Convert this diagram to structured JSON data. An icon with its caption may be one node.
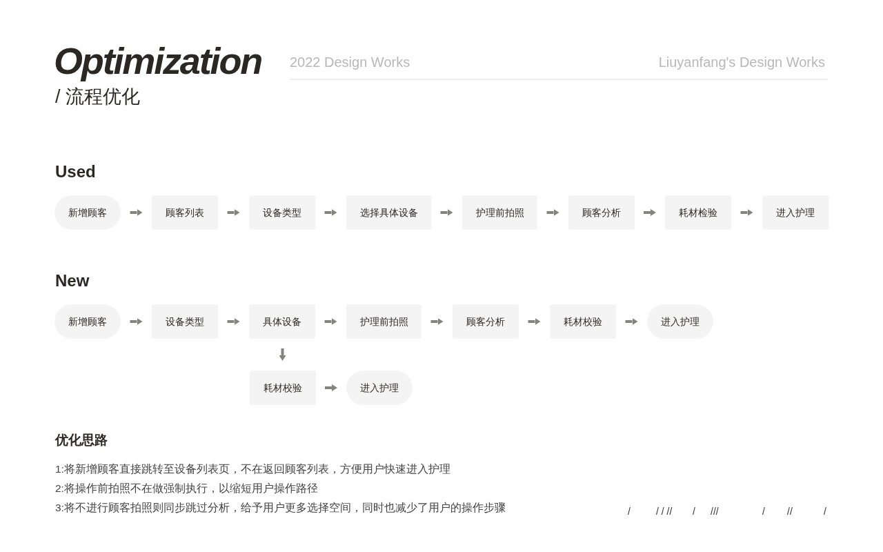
{
  "diagram": {
    "title": "Optimization",
    "nodes": [
      {
        "text": [
          "新增顾客"
        ]
      },
      {
        "text": [
          "顾客列表"
        ]
      },
      {
        "text": [
          "设备类型"
        ]
      },
      {
        "text": [
          "选择具体设备"
        ]
      },
      {
        "text": [
          "护理前拍照"
        ]
      },
      {
        "text": [
          "顾客分析"
        ]
      },
      {
        "text": [
          "耗材检验"
        ]
      },
      {
        "text": [
          "进入护理"
        ]
      },
      {
        "text": [
          "新增顾客"
        ]
      },
      {
        "text": [
          "设备类型"
        ]
      },
      {
        "text": [
          "具体设备"
        ]
      },
      {
        "text": [
          "护理前拍照"
        ]
      },
      {
        "text": [
          "顾客分析"
        ]
      },
      {
        "text": [
          "耗材校验"
        ]
      },
      {
        "text": [
          "进入护理"
        ]
      },
      {
        "text": [
          "耗材校验"
        ]
      },
      {
        "text": [
          "进入护理"
        ]
      }
    ],
    "edges": [
      {
        "from": 0,
        "to": 1,
        "arrow": "to"
      },
      {
        "from": 1,
        "to": 2,
        "arrow": "to"
      },
      {
        "from": 2,
        "to": 3,
        "arrow": "to"
      },
      {
        "from": 3,
        "to": 4,
        "arrow": "to"
      },
      {
        "from": 4,
        "to": 5,
        "arrow": "to"
      },
      {
        "from": 5,
        "to": 6,
        "arrow": "to"
      },
      {
        "from": 6,
        "to": 7,
        "arrow": "to"
      },
      {
        "from": 8,
        "to": 9,
        "arrow": "to"
      },
      {
        "from": 9,
        "to": 10,
        "arrow": "to"
      },
      {
        "from": 10,
        "to": 11,
        "arrow": "to"
      },
      {
        "from": 11,
        "to": 12,
        "arrow": "to"
      },
      {
        "from": 12,
        "to": 13,
        "arrow": "to"
      },
      {
        "from": 13,
        "to": 14,
        "arrow": "to"
      },
      {
        "from": 10,
        "to": 15,
        "arrow": "to"
      },
      {
        "from": 15,
        "to": 16,
        "arrow": "to"
      }
    ],
    "labels": [
      "/ 流程优化",
      "2022 Design Works",
      "Liuyanfang's Design Works",
      "Used",
      "New",
      "优化思路",
      "1:将新增顾客直接跳转至设备列表页，不在返回顾客列表，方便用户快速进入护理",
      "2:将操作前拍照不在做强制执行，以缩短用户操作路径",
      "3:将不进行顾客拍照则同步跳过分析，给予用户更多选择空间，同时也减少了用户的操作步骤",
      "/",
      "/ / //",
      "/",
      "///",
      "/",
      "//",
      "/"
    ]
  }
}
